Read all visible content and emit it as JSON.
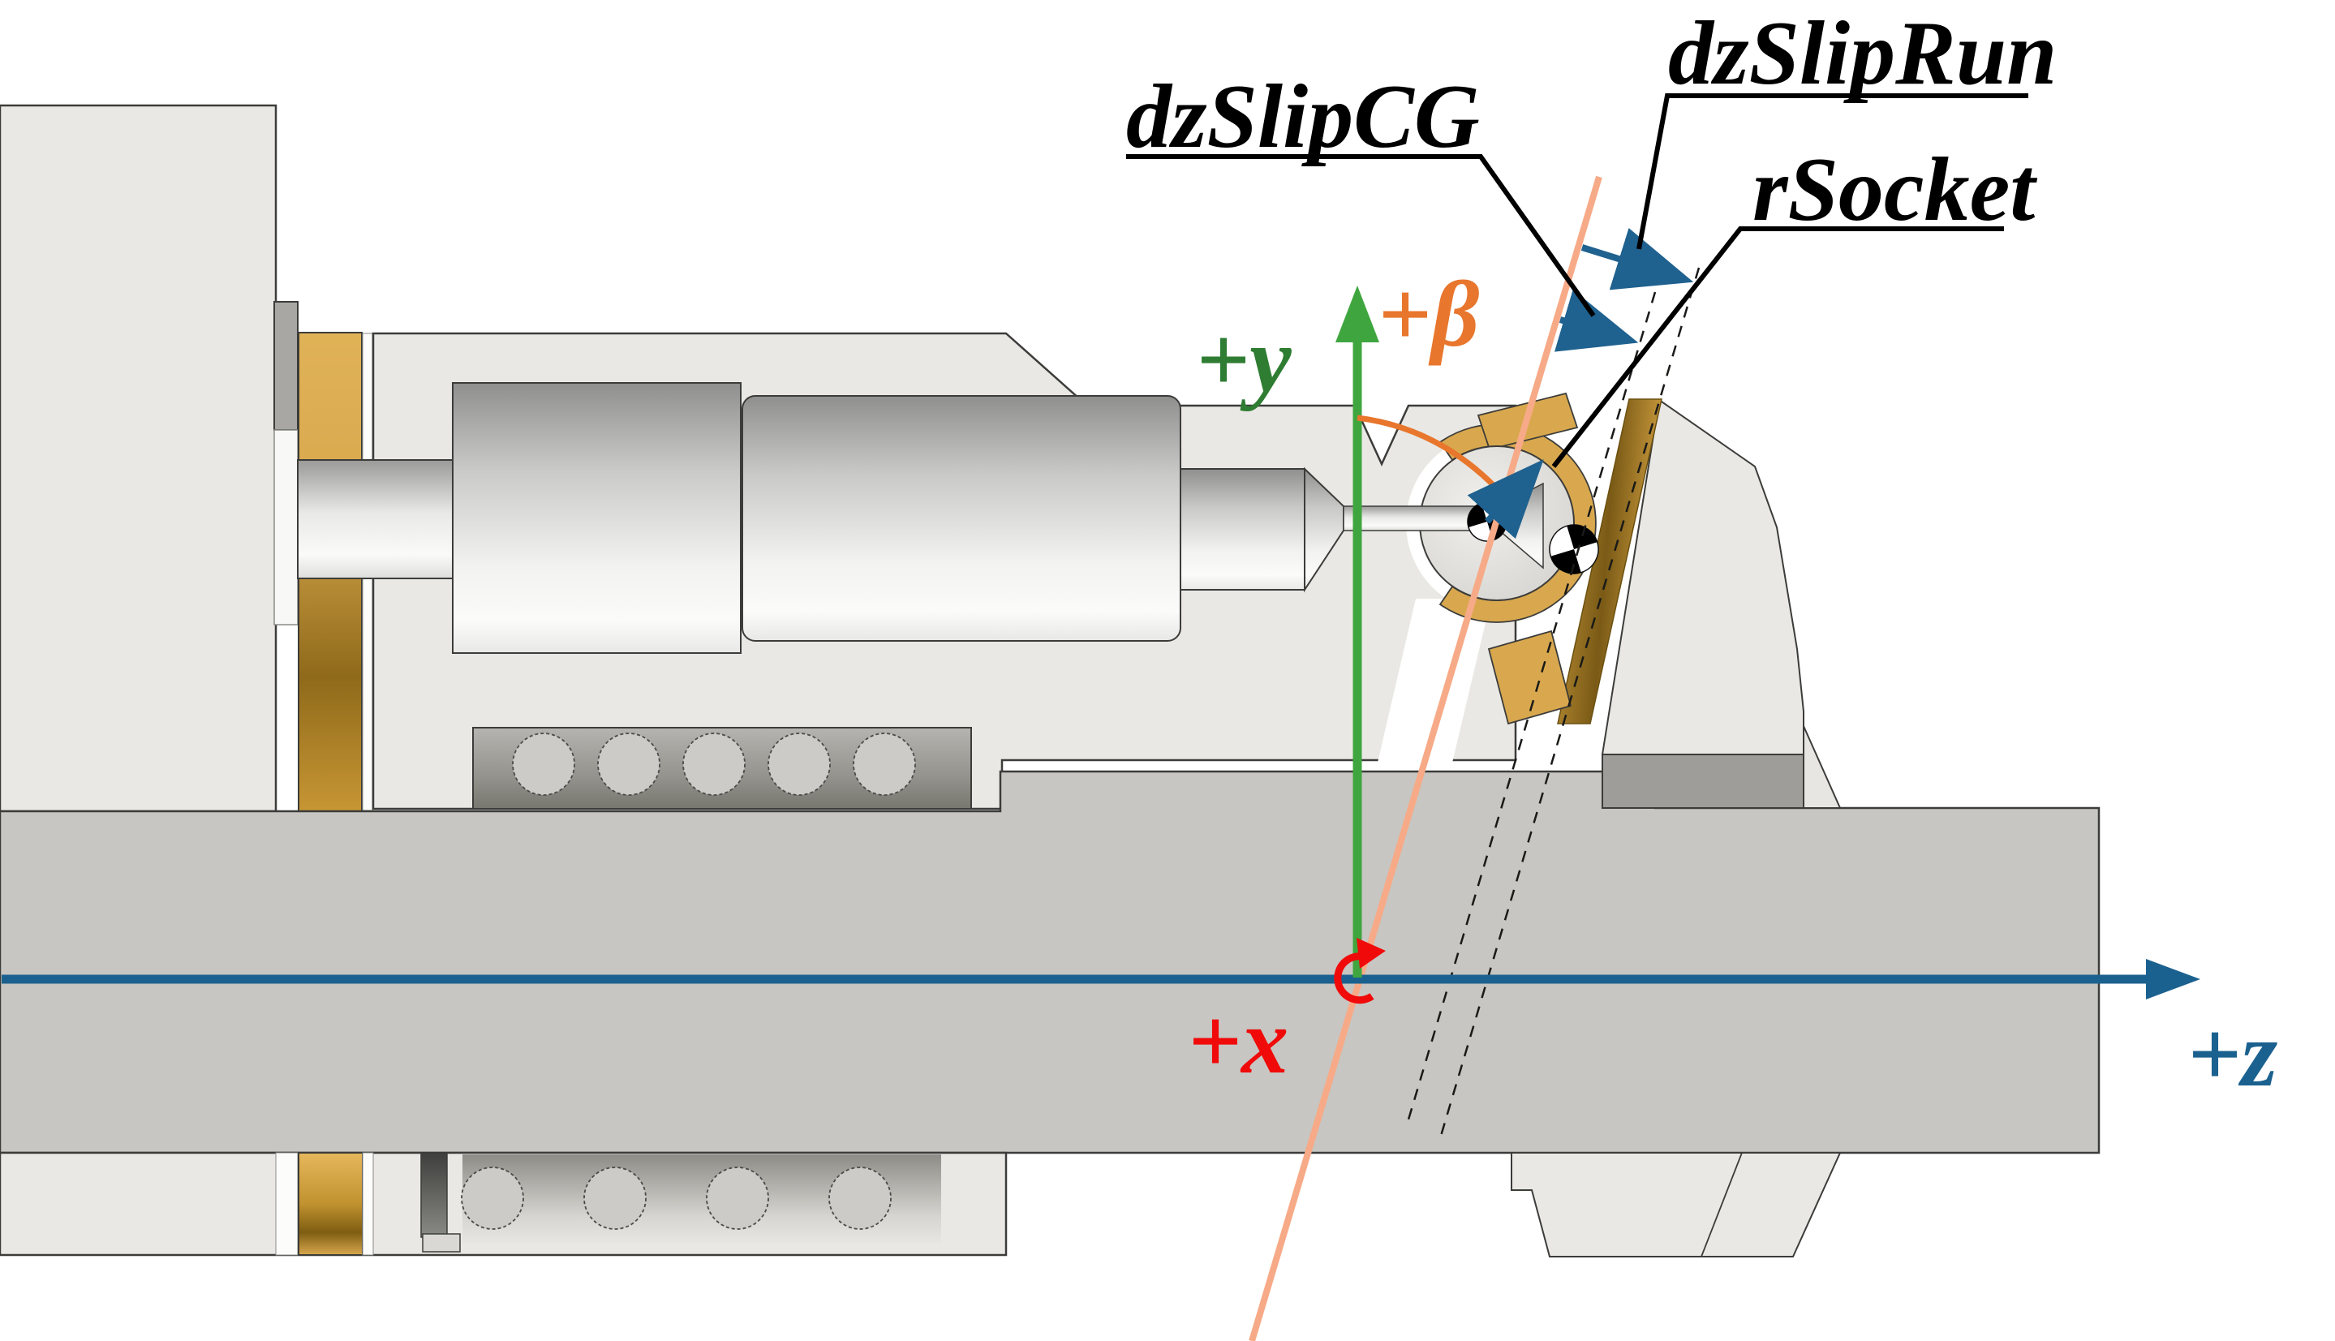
{
  "diagram": {
    "type": "engineering-cross-section",
    "dimension_labels": {
      "dzSlipCG": "dzSlipCG",
      "dzSlipRun": "dzSlipRun",
      "rSocket": "rSocket"
    },
    "axis_labels": {
      "y": "+y",
      "beta": "+β",
      "x": "+x",
      "z": "+z"
    },
    "symbols": {
      "ball_cg_marker": "center-of-gravity-symbol",
      "socket_cg_marker": "center-of-gravity-symbol",
      "rotation_marker": "rotation-about-x-arrow"
    },
    "colors": {
      "axis_z_blue": "#1B618F",
      "dim_arrow_blue": "#1F618F",
      "axis_y_green_arrow": "#3FA63F",
      "axis_y_green_text": "#2E7D32",
      "axis_x_red": "#F00A0A",
      "beta_orange": "#E8762C",
      "tilted_axis_salmon": "#F7AA87",
      "brass_gold": "#D9A84E",
      "brass_gold_dark": "#7A5A16",
      "housing_light_gray": "#E9E8E4",
      "shaft_medium_gray": "#C7C6C2",
      "leader_black": "#000000",
      "background": "#FFFFFF"
    }
  }
}
